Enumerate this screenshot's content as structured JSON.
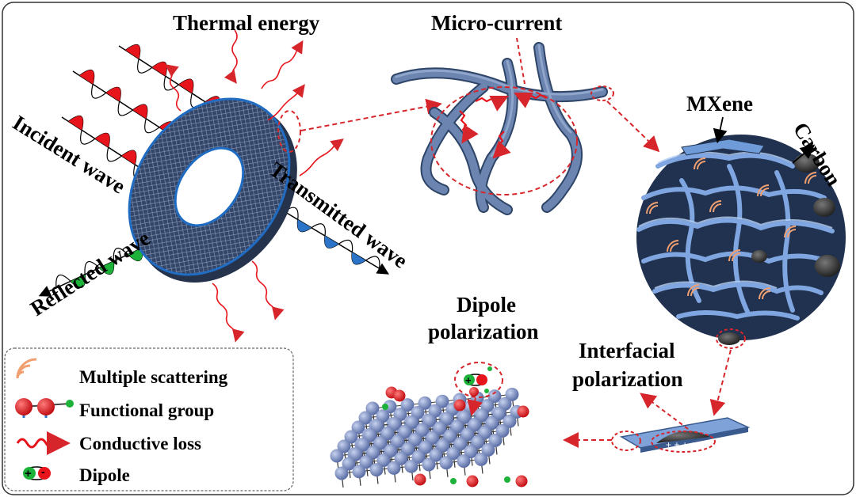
{
  "labels": {
    "thermal_energy": "Thermal energy",
    "micro_current": "Micro-current",
    "mxene": "MXene",
    "carbon": "Carbon",
    "incident_wave": "Incident wave",
    "transmitted_wave": "Transmitted wave",
    "reflected_wave": "Reflected wave",
    "dipole_polarization_1": "Dipole",
    "dipole_polarization_2": "polarization",
    "interfacial_polarization_1": "Interfacial",
    "interfacial_polarization_2": "polarization"
  },
  "legend": {
    "items": [
      {
        "icon": "scattering-arcs-icon",
        "label": "Multiple scattering"
      },
      {
        "icon": "functional-group-icon",
        "label": "Functional group"
      },
      {
        "icon": "conductive-loss-icon",
        "label": "Conductive loss"
      },
      {
        "icon": "dipole-icon",
        "label": "Dipole"
      }
    ]
  },
  "colors": {
    "incident_wave": "#e8141b",
    "reflected_wave": "#1db33a",
    "transmitted_wave": "#2c74c8",
    "arrow_dashed": "#d7262b",
    "fiber": "#4f6a93",
    "ring": "#2a3d5e",
    "mxene": "#6f9bd8",
    "carbon": "#3a3a3a",
    "atom": "#7b8fc4",
    "scattering": "#f0a070"
  }
}
